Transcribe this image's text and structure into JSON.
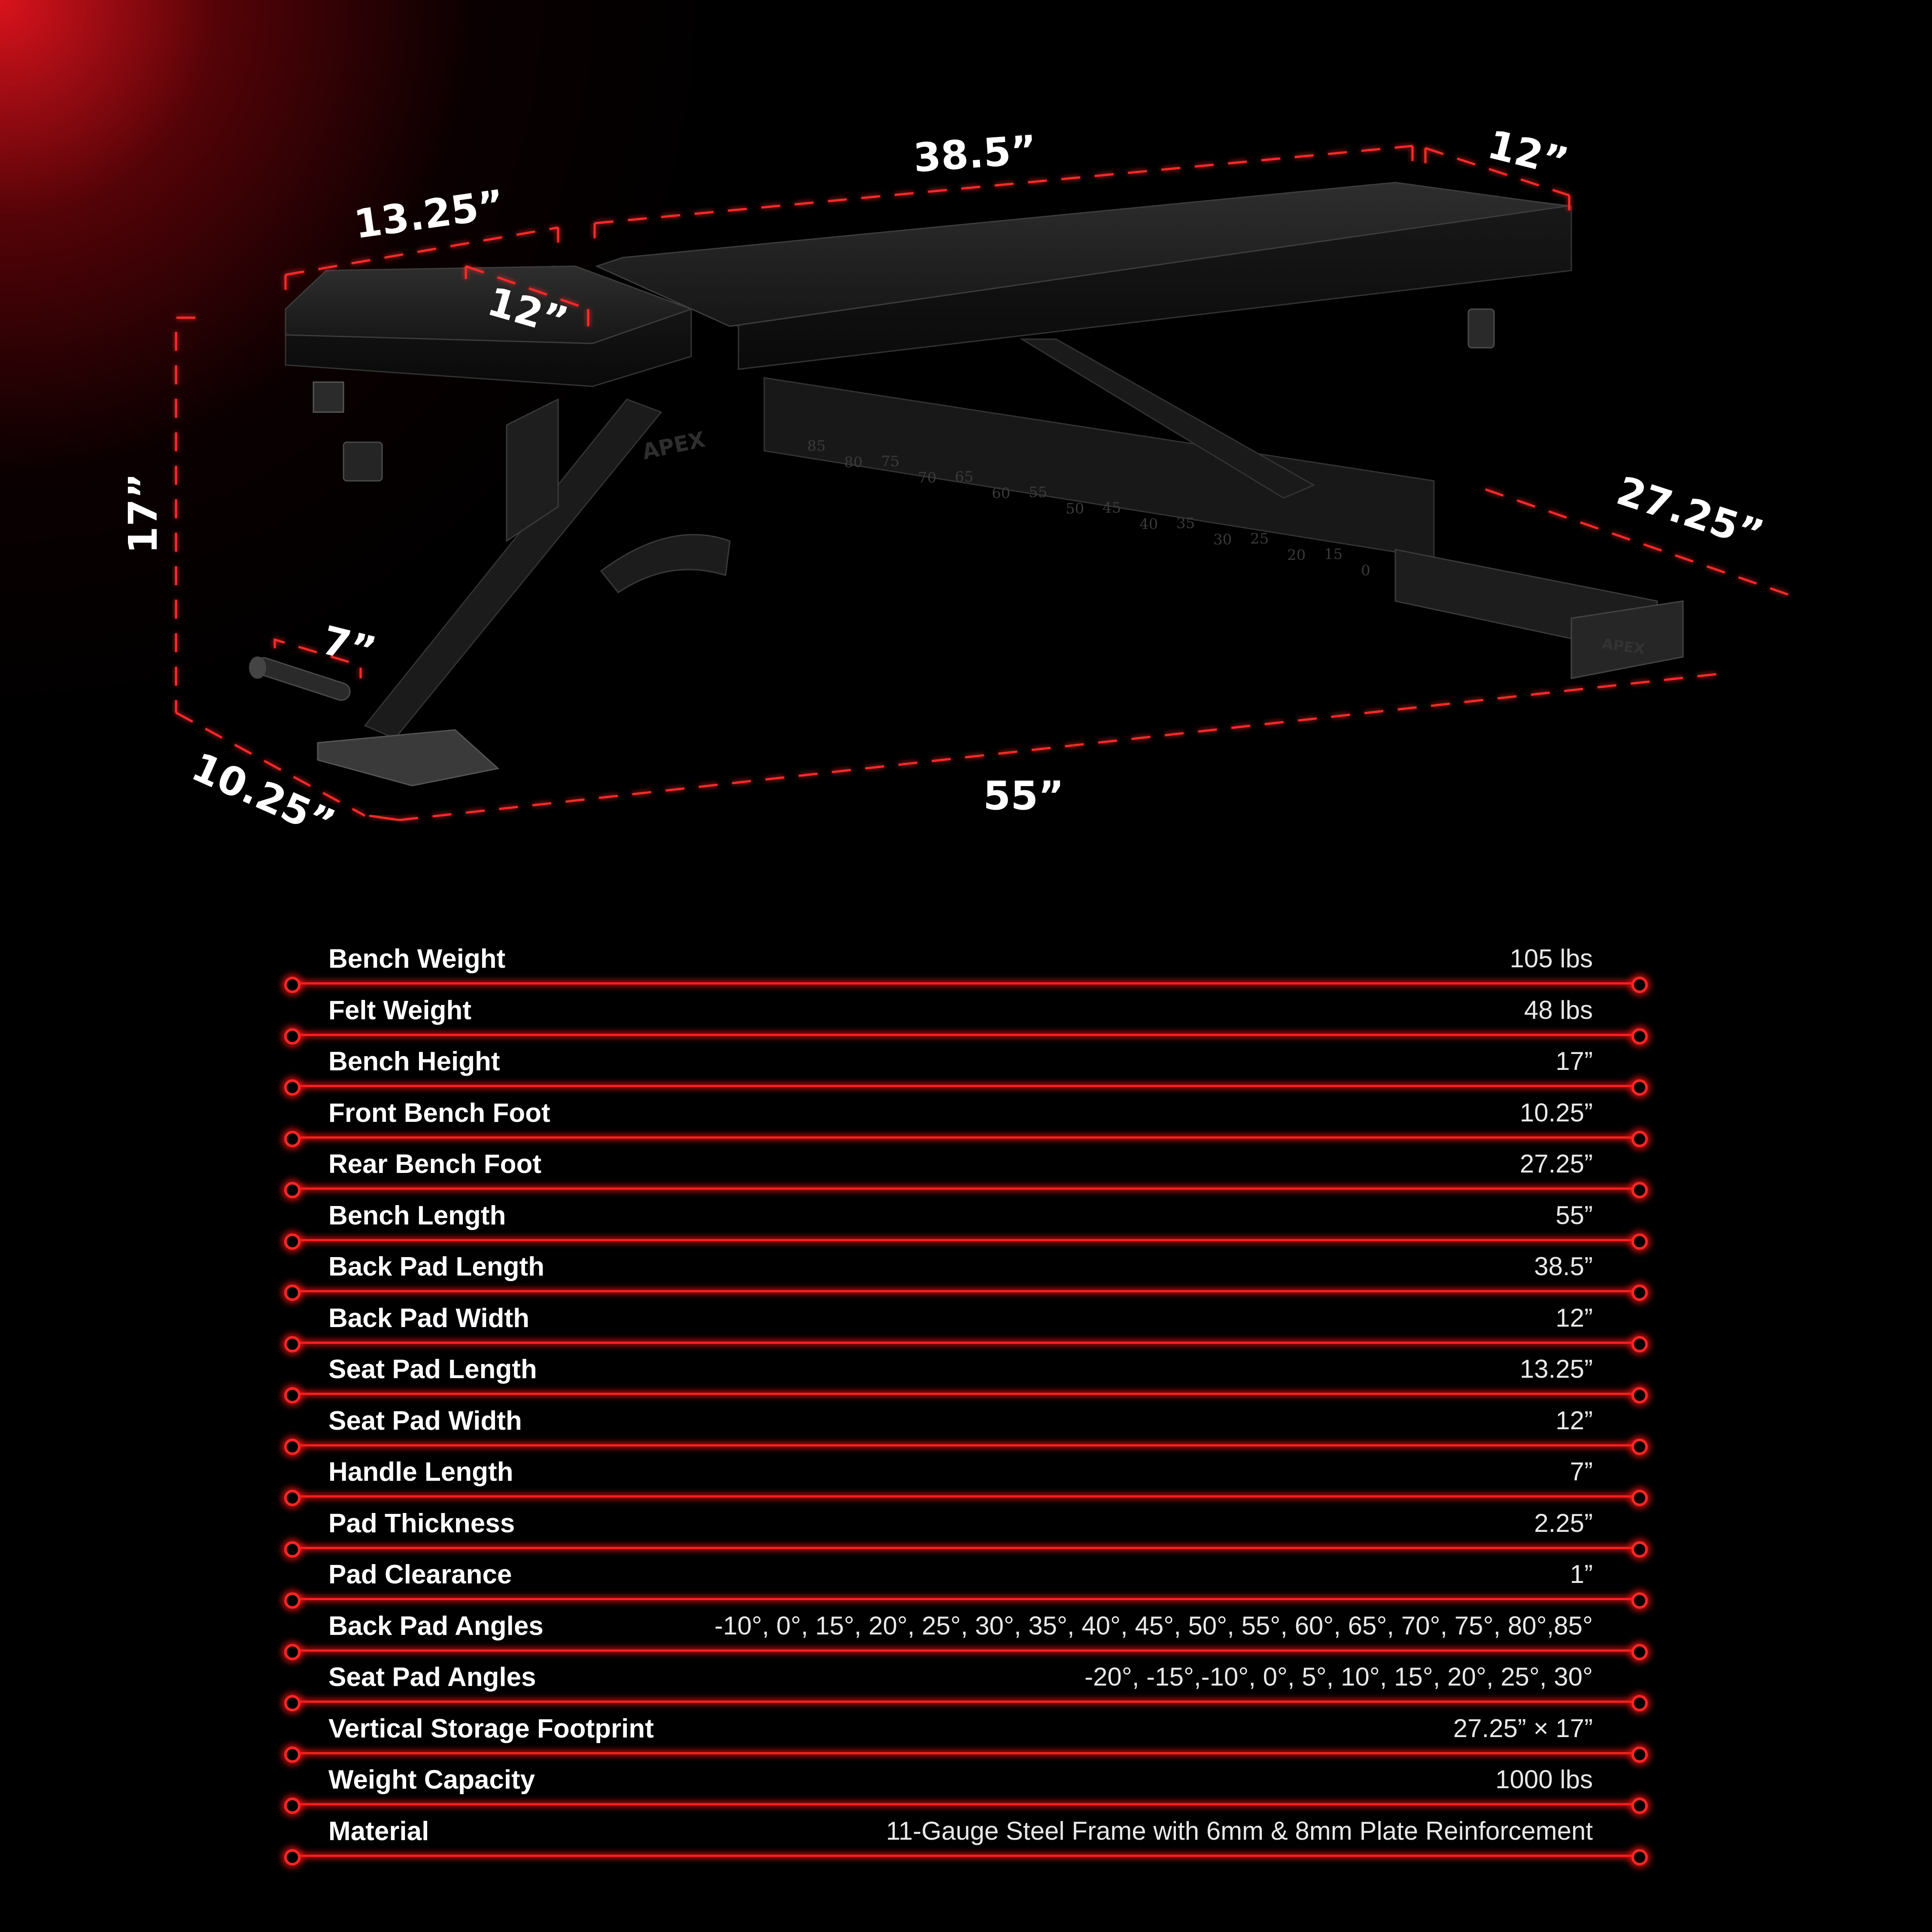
{
  "dimensions": {
    "back_pad_length": "38.5”",
    "back_pad_width": "12”",
    "seat_pad_length": "13.25”",
    "seat_pad_width": "12”",
    "bench_height": "17”",
    "handle_length": "7”",
    "front_foot": "10.25”",
    "bench_length": "55”",
    "rear_foot": "27.25”"
  },
  "bench": {
    "brand": "APEX",
    "angle_marks": [
      "85",
      "80",
      "75",
      "70",
      "65",
      "60",
      "55",
      "50",
      "45",
      "40",
      "35",
      "30",
      "25",
      "20",
      "15",
      "0"
    ]
  },
  "specs": [
    {
      "label": "Bench Weight",
      "value": "105 lbs"
    },
    {
      "label": "Felt Weight",
      "value": "48 lbs"
    },
    {
      "label": "Bench Height",
      "value": "17”"
    },
    {
      "label": "Front Bench Foot",
      "value": "10.25”"
    },
    {
      "label": "Rear Bench Foot",
      "value": "27.25”"
    },
    {
      "label": "Bench Length",
      "value": "55”"
    },
    {
      "label": "Back Pad Length",
      "value": "38.5”"
    },
    {
      "label": "Back Pad Width",
      "value": "12”"
    },
    {
      "label": "Seat Pad Length",
      "value": "13.25”"
    },
    {
      "label": "Seat Pad Width",
      "value": "12”"
    },
    {
      "label": "Handle Length",
      "value": "7”"
    },
    {
      "label": "Pad Thickness",
      "value": "2.25”"
    },
    {
      "label": "Pad Clearance",
      "value": "1”"
    },
    {
      "label": "Back Pad Angles",
      "value": "-10°, 0°, 15°, 20°, 25°, 30°, 35°, 40°, 45°, 50°, 55°, 60°, 65°, 70°, 75°, 80°,85°"
    },
    {
      "label": "Seat Pad Angles",
      "value": "-20°, -15°,-10°, 0°, 5°, 10°, 15°, 20°, 25°, 30°"
    },
    {
      "label": "Vertical Storage Footprint",
      "value": "27.25” × 17”"
    },
    {
      "label": "Weight Capacity",
      "value": "1000 lbs"
    },
    {
      "label": "Material",
      "value": "11-Gauge Steel Frame with 6mm & 8mm Plate Reinforcement"
    }
  ]
}
